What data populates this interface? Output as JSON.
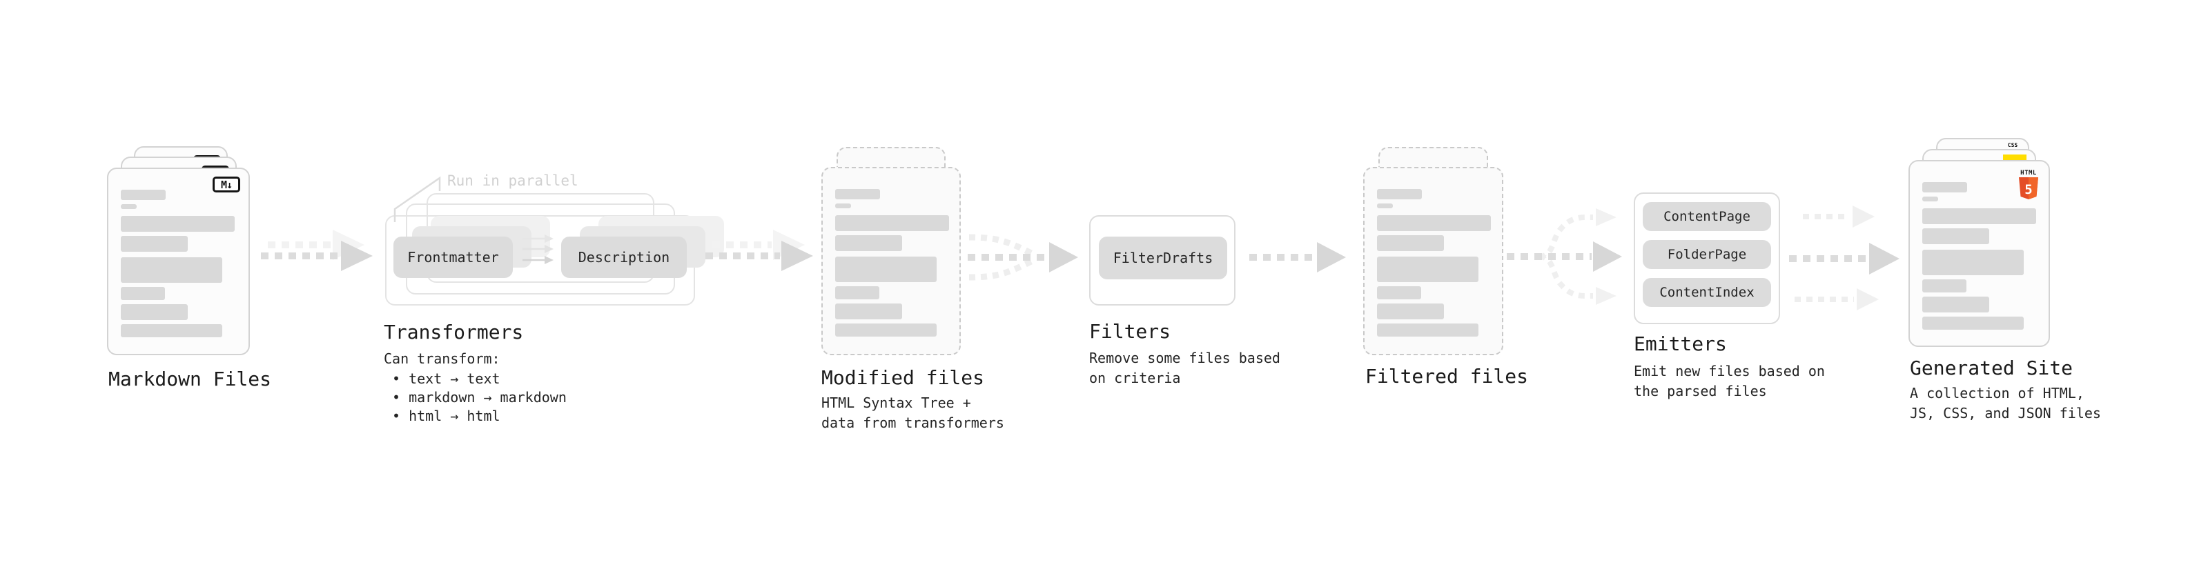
{
  "stages": {
    "markdown": {
      "label": "Markdown Files",
      "badge": "M↓"
    },
    "transformers": {
      "label": "Transformers",
      "annotation": "Run in parallel",
      "pills": [
        "Frontmatter",
        "Description"
      ],
      "caption_title": "Can transform:",
      "bullets": [
        "• text → text",
        "• markdown → markdown",
        "• html → html"
      ]
    },
    "modified": {
      "label": "Modified files",
      "caption": "HTML Syntax Tree +\ndata from transformers"
    },
    "filters": {
      "label": "Filters",
      "pill": "FilterDrafts",
      "caption": "Remove some files based\non criteria"
    },
    "filtered": {
      "label": "Filtered files"
    },
    "emitters": {
      "label": "Emitters",
      "pills": [
        "ContentPage",
        "FolderPage",
        "ContentIndex"
      ],
      "caption": "Emit new files based on\nthe parsed files"
    },
    "generated": {
      "label": "Generated Site",
      "caption": "A collection of HTML,\nJS, CSS, and JSON files",
      "badge_html": "HTML",
      "badge_html_number": "5",
      "badge_css": "CSS"
    }
  },
  "colors": {
    "html_orange": "#e44d26",
    "html_orange_light": "#f16529",
    "css_blue": "#2d63ec",
    "js_yellow": "#ffdd00",
    "arrow_gray": "#d9d9d9",
    "arrow_ghost": "#f0f0f0",
    "text_dark": "#1b1b1b"
  }
}
